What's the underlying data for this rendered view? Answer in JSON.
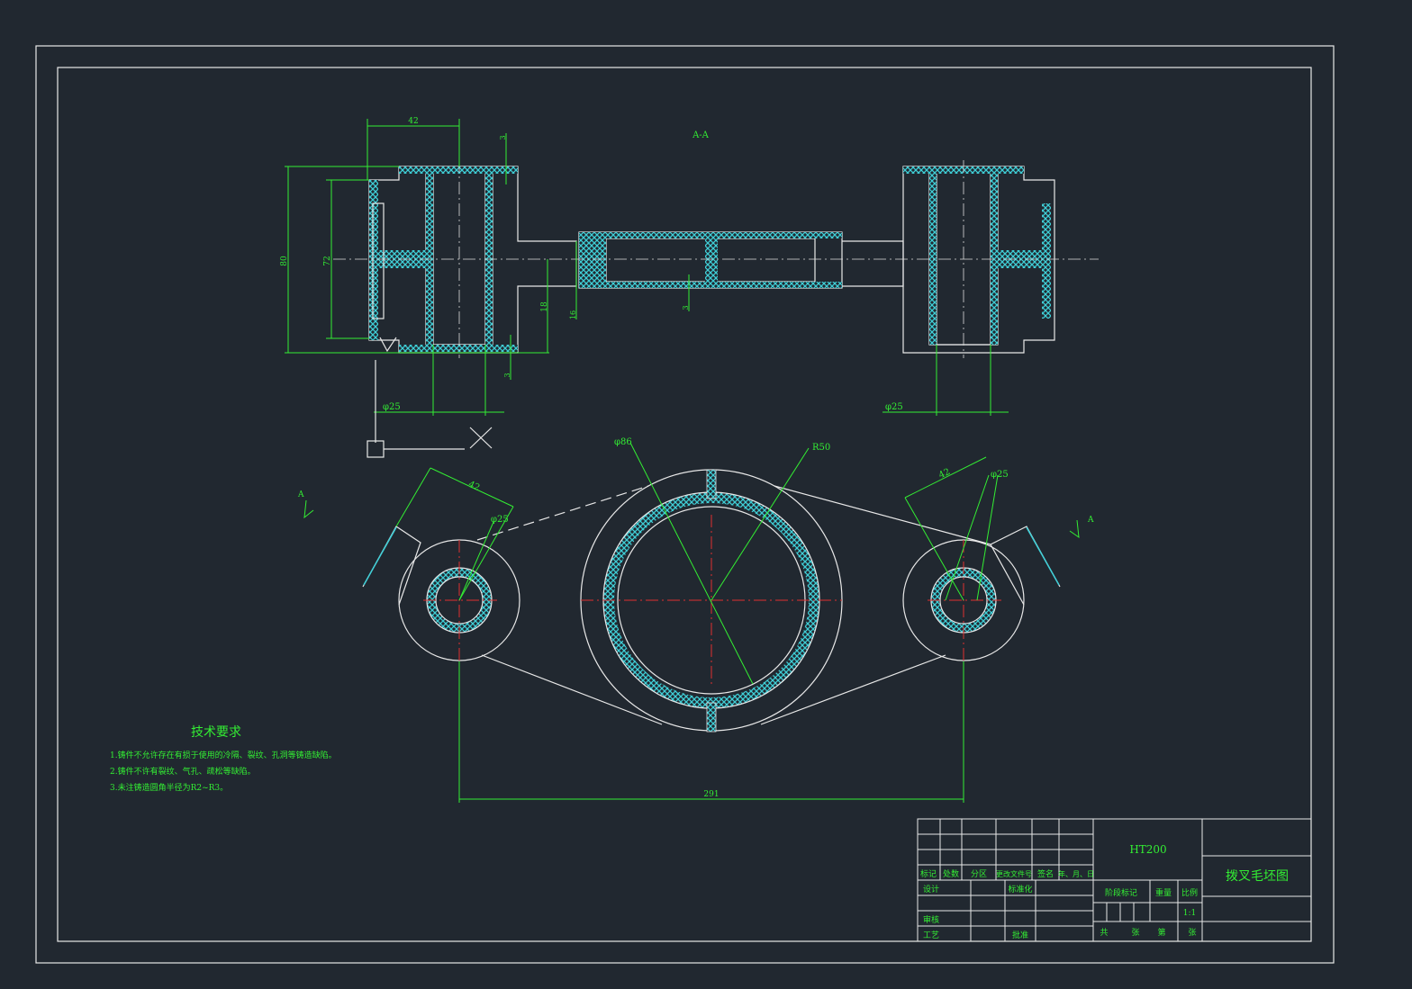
{
  "section_label": "A-A",
  "view_mark_left": "A",
  "view_mark_right": "A",
  "dimensions": {
    "top_width": "42",
    "height_total": "80",
    "height_inner": "72",
    "web_height": "18",
    "web_thickness": "3",
    "wall_top": "3",
    "wall_bottom": "3",
    "wall_mid": "3",
    "mid_small": "16",
    "dia_bore_left": "φ25",
    "dia_bore_right": "φ25",
    "dia_big": "φ86",
    "radius_big": "R50",
    "plan_left_42": "42",
    "plan_left_dia": "φ25",
    "plan_right_42": "42",
    "plan_right_dia": "φ25",
    "center_distance": "291"
  },
  "tech_req": {
    "title": "技术要求",
    "items": [
      "1.铸件不允许存在有损于使用的冷隔、裂纹、孔洞等铸造缺陷。",
      "2.铸件不许有裂纹、气孔、疏松等缺陷。",
      "3.未注铸造圆角半径为R2~R3。"
    ]
  },
  "title_block": {
    "material": "HT200",
    "drawing_name": "拨叉毛坯图",
    "labels": {
      "mark": "标记",
      "count": "处数",
      "zone": "分区",
      "change_doc": "更改文件号",
      "sign": "签名",
      "date": "年、月、日",
      "design": "设计",
      "standardize": "标准化",
      "stage_mark": "阶段标记",
      "weight": "重量",
      "scale": "比例",
      "review": "审核",
      "process": "工艺",
      "approve": "批准",
      "total": "共",
      "sheets": "张",
      "no": "第",
      "sheet": "张"
    },
    "scale_value": "1:1"
  },
  "colors": {
    "background": "#212830",
    "outline": "#e8e8e8",
    "dimension": "#33ee33",
    "hatch_fill": "#3fd0d8",
    "centerline": "#e03030"
  }
}
